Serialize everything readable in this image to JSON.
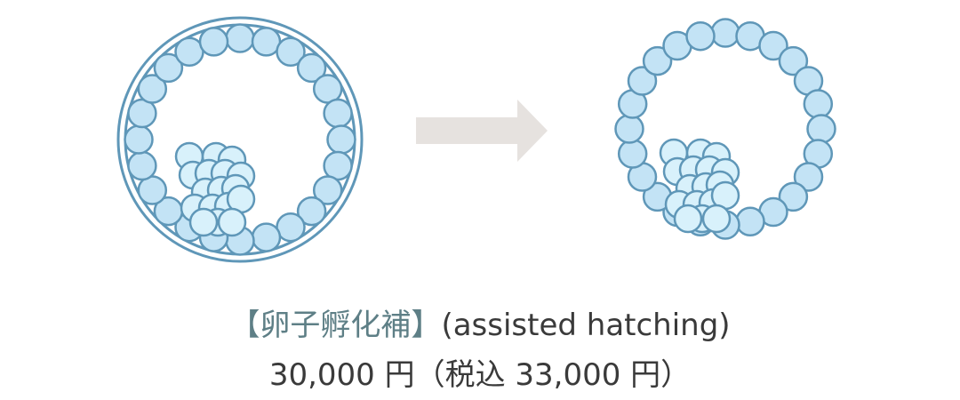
{
  "caption": {
    "title_jp": "【卵子孵化補】",
    "title_en": "(assisted hatching)",
    "price": "30,000 円（税込 33,000 円）"
  },
  "colors": {
    "cell_fill": "#c3e3f5",
    "cell_stroke": "#5f97b8",
    "icm_fill": "#d8f1fb",
    "zona_stroke": "#5f97b8",
    "arrow": "#e6e2df",
    "title_jp": "#5e7f86",
    "text": "#3a3a3a"
  },
  "diagram": {
    "before": "blastocyst-with-zona-pellucida",
    "after": "hatched-blastocyst",
    "arrow_icon": "arrow-right-icon"
  }
}
